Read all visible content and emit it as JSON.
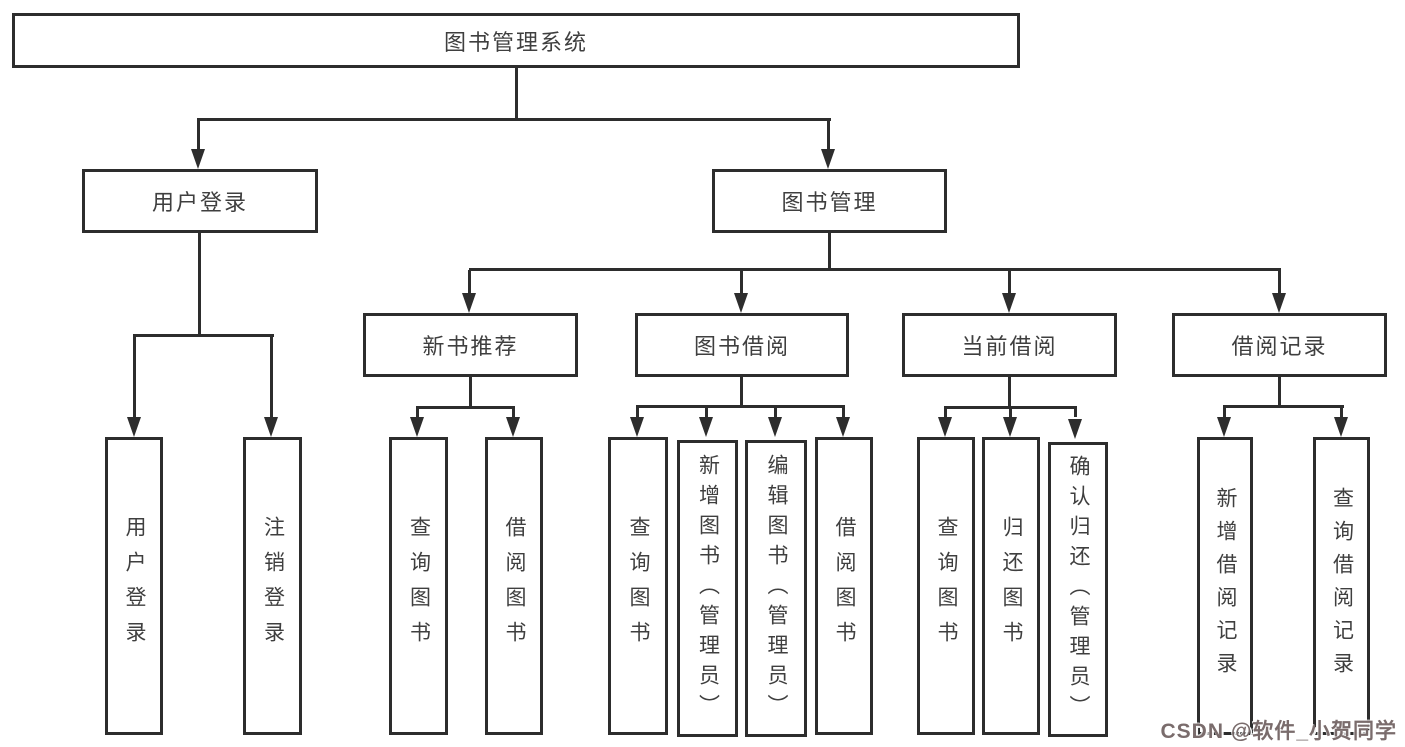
{
  "diagram": {
    "title": "图书管理系统",
    "nodes": {
      "root": {
        "label": "图书管理系统"
      },
      "login": {
        "label": "用户登录"
      },
      "mgmt": {
        "label": "图书管理"
      },
      "newbook": {
        "label": "新书推荐"
      },
      "borrow": {
        "label": "图书借阅"
      },
      "current": {
        "label": "当前借阅"
      },
      "records": {
        "label": "借阅记录"
      },
      "login_user": {
        "label": "用户登录"
      },
      "login_out": {
        "label": "注销登录"
      },
      "nb_query": {
        "label": "查询图书"
      },
      "nb_borrow": {
        "label": "借阅图书"
      },
      "bw_query": {
        "label": "查询图书"
      },
      "bw_add": {
        "label": "新增图书（管理员）"
      },
      "bw_edit": {
        "label": "编辑图书（管理员）"
      },
      "bw_borrow": {
        "label": "借阅图书"
      },
      "cu_query": {
        "label": "查询图书"
      },
      "cu_return": {
        "label": "归还图书"
      },
      "cu_confirm": {
        "label": "确认归还（管理员）"
      },
      "rc_add": {
        "label": "新增借阅记录"
      },
      "rc_query": {
        "label": "查询借阅记录"
      }
    },
    "tree": {
      "label": "图书管理系统",
      "children": [
        {
          "label": "用户登录",
          "children": [
            {
              "label": "用户登录"
            },
            {
              "label": "注销登录"
            }
          ]
        },
        {
          "label": "图书管理",
          "children": [
            {
              "label": "新书推荐",
              "children": [
                {
                  "label": "查询图书"
                },
                {
                  "label": "借阅图书"
                }
              ]
            },
            {
              "label": "图书借阅",
              "children": [
                {
                  "label": "查询图书"
                },
                {
                  "label": "新增图书（管理员）"
                },
                {
                  "label": "编辑图书（管理员）"
                },
                {
                  "label": "借阅图书"
                }
              ]
            },
            {
              "label": "当前借阅",
              "children": [
                {
                  "label": "查询图书"
                },
                {
                  "label": "归还图书"
                },
                {
                  "label": "确认归还（管理员）"
                }
              ]
            },
            {
              "label": "借阅记录",
              "children": [
                {
                  "label": "新增借阅记录"
                },
                {
                  "label": "查询借阅记录"
                }
              ]
            }
          ]
        }
      ]
    }
  },
  "watermark": {
    "text": "CSDN @软件_小贺同学"
  },
  "colors": {
    "line": "#2d2d2d",
    "box_border": "#2d2d2d",
    "text": "#3f3f3f",
    "watermark_text": "#7a6c6c",
    "background": "#ffffff"
  }
}
